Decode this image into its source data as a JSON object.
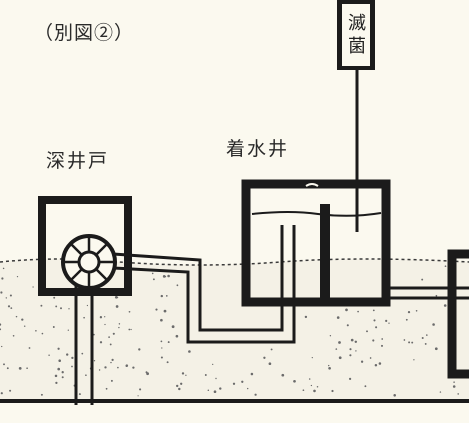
{
  "figure": {
    "label": "（別図②）"
  },
  "components": {
    "well": {
      "label": "深井戸"
    },
    "receiving_basin": {
      "label": "着水井"
    },
    "disinfection": {
      "label_lines": [
        "滅",
        "菌"
      ]
    }
  },
  "colors": {
    "ink": "#1b1b1b",
    "paper": "#fbf9ef",
    "ground": "#f4f1e6",
    "speckle": "#6b6b6b"
  }
}
